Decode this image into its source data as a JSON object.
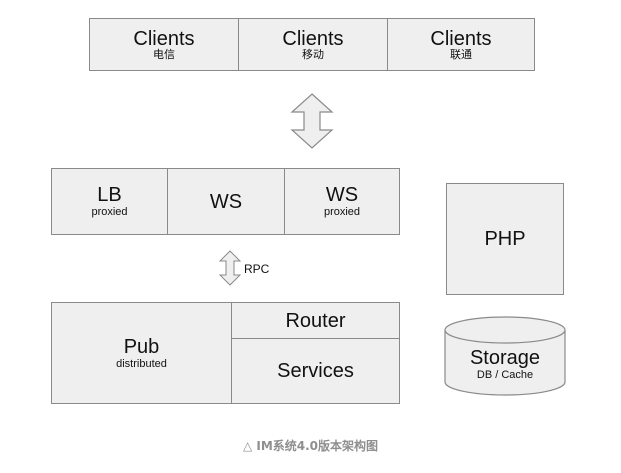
{
  "clients": [
    {
      "label": "Clients",
      "sub": "电信"
    },
    {
      "label": "Clients",
      "sub": "移动"
    },
    {
      "label": "Clients",
      "sub": "联通"
    }
  ],
  "gateway": [
    {
      "label": "LB",
      "sub": "proxied"
    },
    {
      "label": "WS",
      "sub": ""
    },
    {
      "label": "WS",
      "sub": "proxied"
    }
  ],
  "rpc_label": "RPC",
  "pub": {
    "label": "Pub",
    "sub": "distributed"
  },
  "router_label": "Router",
  "services_label": "Services",
  "php_label": "PHP",
  "storage": {
    "label": "Storage",
    "sub": "DB / Cache"
  },
  "caption": "△ IM系统4.0版本架构图",
  "colors": {
    "box_fill": "#efefef",
    "border": "#8a8a8a",
    "caption": "#8f8f8f"
  }
}
